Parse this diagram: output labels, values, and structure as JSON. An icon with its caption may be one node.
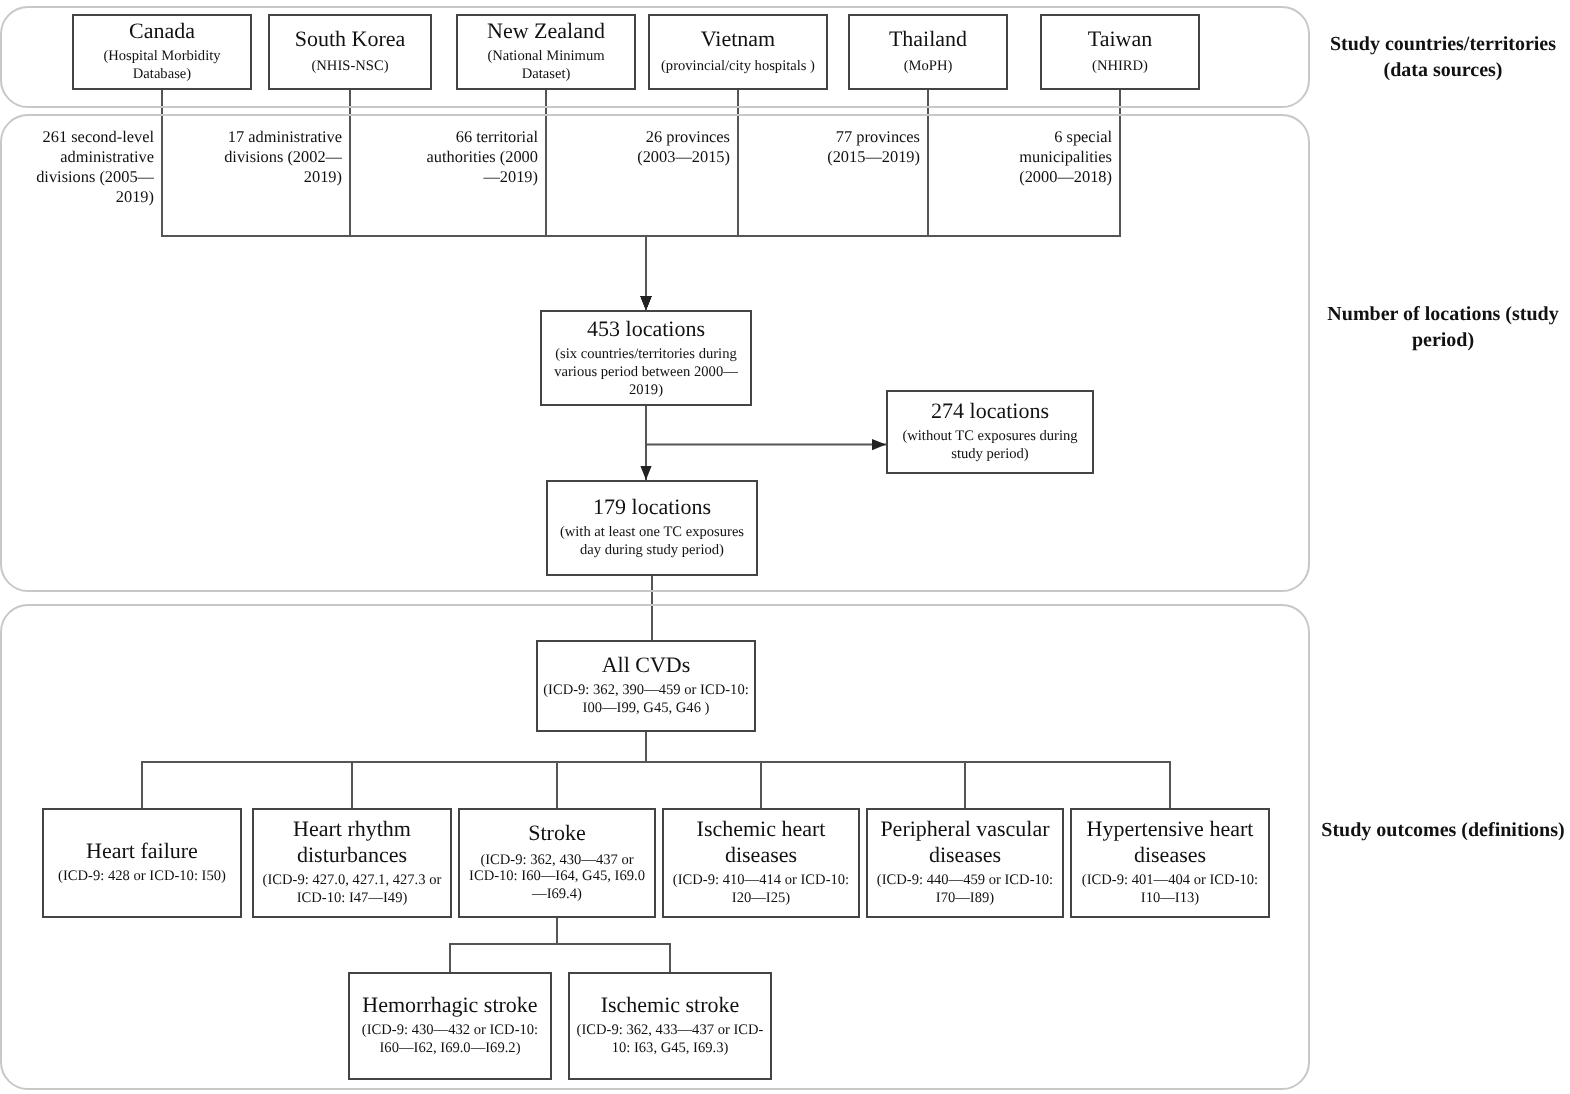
{
  "diagram": {
    "nodes": [
      {
        "text": [
          "Study countries/territories (data sources)"
        ]
      },
      {
        "text": [
          "Canada",
          "(Hospital Morbidity Database)"
        ],
        "in": 0
      },
      {
        "text": [
          "South Korea",
          "(NHIS-NSC)"
        ],
        "in": 0
      },
      {
        "text": [
          "New Zealand",
          "(National Minimum Dataset)"
        ],
        "in": 0
      },
      {
        "text": [
          "Vietnam",
          "(provincial/city hospitals )"
        ],
        "in": 0
      },
      {
        "text": [
          "Thailand",
          "(MoPH)"
        ],
        "in": 0
      },
      {
        "text": [
          "Taiwan",
          "(NHIRD)"
        ],
        "in": 0
      },
      {
        "text": [
          "Number of locations (study period)"
        ]
      },
      {
        "text": [
          "453 locations",
          "(six countries/territories during various period between 2000—2019)"
        ],
        "in": 7
      },
      {
        "text": [
          "274 locations",
          "(without TC exposures during study period)"
        ],
        "in": 7
      },
      {
        "text": [
          "179 locations",
          "(with at least one TC exposures day during study period)"
        ],
        "in": 7
      },
      {
        "text": [
          "Study outcomes (definitions)"
        ]
      },
      {
        "text": [
          "All CVDs",
          "(ICD-9: 362, 390—459 or ICD-10: I00—I99, G45, G46 )"
        ],
        "in": 11
      },
      {
        "text": [
          "Heart failure",
          "(ICD-9: 428 or ICD-10: I50)"
        ],
        "in": 11
      },
      {
        "text": [
          "Heart rhythm disturbances",
          "(ICD-9: 427.0, 427.1, 427.3 or ICD-10: I47—I49)"
        ],
        "in": 11
      },
      {
        "text": [
          "Stroke",
          "(ICD-9: 362, 430—437 or ICD-10: I60—I64, G45, I69.0—I69.4)"
        ],
        "in": 11
      },
      {
        "text": [
          "Ischemic heart diseases",
          "(ICD-9: 410—414 or ICD-10: I20—I25)"
        ],
        "in": 11
      },
      {
        "text": [
          "Peripheral vascular diseases",
          "(ICD-9: 440—459 or ICD-10: I70—I89)"
        ],
        "in": 11
      },
      {
        "text": [
          "Hypertensive heart diseases",
          "(ICD-9: 401—404 or ICD-10: I10—I13)"
        ],
        "in": 11
      },
      {
        "text": [
          "Hemorrhagic stroke",
          "(ICD-9: 430—432 or ICD-10: I60—I62, I69.0—I69.2)"
        ],
        "in": 11
      },
      {
        "text": [
          "Ischemic stroke",
          "(ICD-9: 362, 433—437 or ICD-10: I63, G45, I69.3)"
        ],
        "in": 11
      }
    ],
    "edges": [
      {
        "from": 1,
        "to": 8,
        "arrow": "to",
        "label": "261 second-level administrative divisions (2005—2019)"
      },
      {
        "from": 2,
        "to": 8,
        "arrow": "to",
        "label": "17 administrative divisions (2002—2019)"
      },
      {
        "from": 3,
        "to": 8,
        "arrow": "to",
        "label": "66 territorial authorities (2000—2019)"
      },
      {
        "from": 4,
        "to": 8,
        "arrow": "to",
        "label": "26 provinces (2003—2015)"
      },
      {
        "from": 5,
        "to": 8,
        "arrow": "to",
        "label": "77 provinces (2015—2019)"
      },
      {
        "from": 6,
        "to": 8,
        "arrow": "to",
        "label": "6 special municipalities (2000—2018)"
      },
      {
        "from": 8,
        "to": 10,
        "arrow": "to"
      },
      {
        "from": 8,
        "to": 9,
        "arrow": "to"
      },
      {
        "from": 10,
        "to": 12,
        "arrow": "none"
      },
      {
        "from": 12,
        "to": 13,
        "arrow": "none"
      },
      {
        "from": 12,
        "to": 14,
        "arrow": "none"
      },
      {
        "from": 12,
        "to": 15,
        "arrow": "none"
      },
      {
        "from": 12,
        "to": 16,
        "arrow": "none"
      },
      {
        "from": 12,
        "to": 17,
        "arrow": "none"
      },
      {
        "from": 12,
        "to": 18,
        "arrow": "none"
      },
      {
        "from": 15,
        "to": 19,
        "arrow": "none"
      },
      {
        "from": 15,
        "to": 20,
        "arrow": "none"
      }
    ]
  }
}
